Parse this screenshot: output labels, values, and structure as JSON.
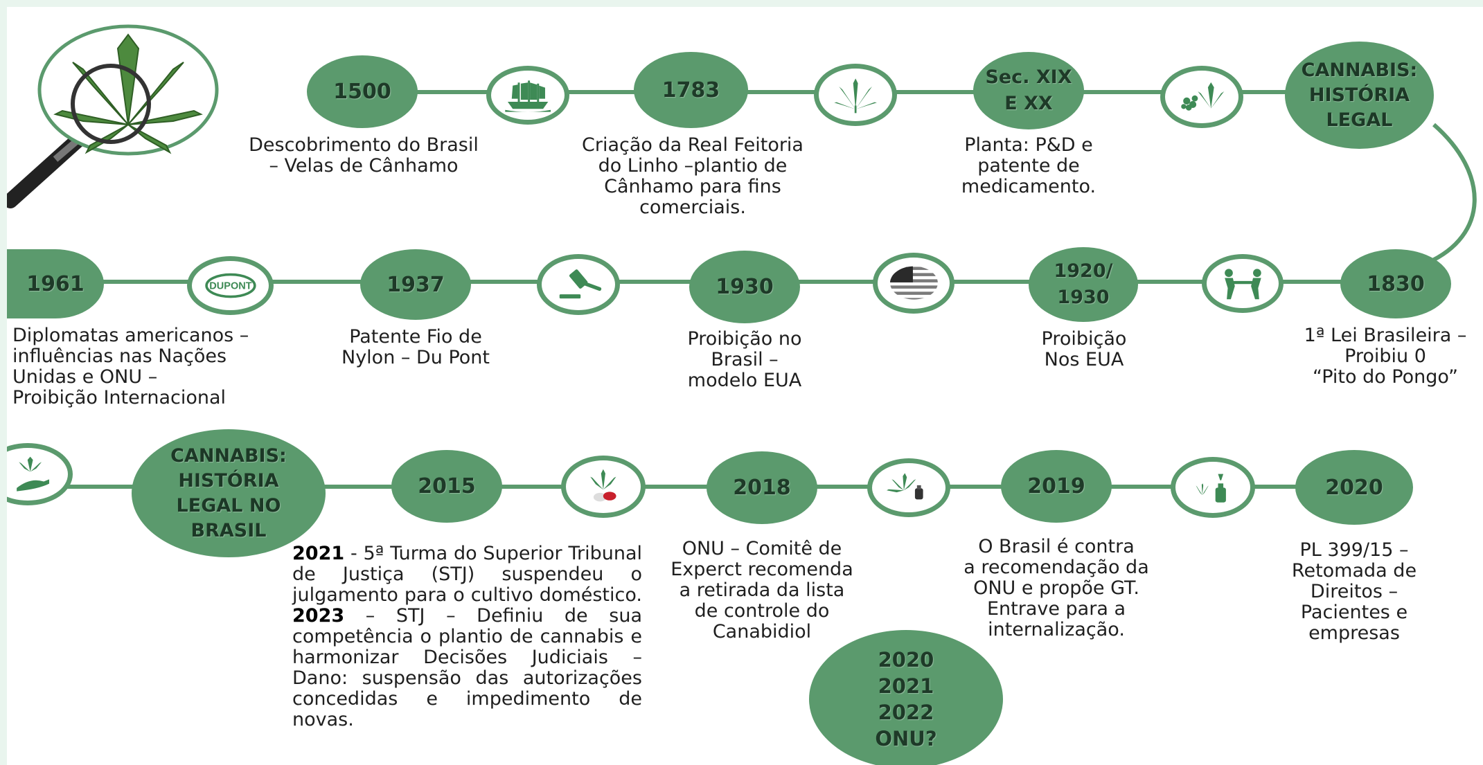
{
  "colors": {
    "accent": "#5b9a6d",
    "line": "#5b9a6d",
    "text": "#1f1f1f",
    "background": "#ffffff"
  },
  "row1": {
    "title": [
      "CANNABIS:",
      "HISTÓRIA",
      "LEGAL"
    ],
    "events": [
      {
        "year": "1500",
        "desc": [
          "Descobrimento do Brasil",
          "– Velas de Cânhamo"
        ],
        "icon": "ship-icon"
      },
      {
        "year": "1783",
        "desc": [
          "Criação da Real Feitoria",
          "do Linho –plantio de",
          "Cânhamo para fins",
          "comerciais."
        ],
        "icon": "cannabis-leaf-icon"
      },
      {
        "year_lines": [
          "Sec. XIX",
          "E XX"
        ],
        "desc": [
          "Planta: P&D e",
          "patente de",
          "medicamento."
        ],
        "icon": "cannabis-seeds-icon"
      }
    ]
  },
  "row2": {
    "events": [
      {
        "year": "1830",
        "desc": [
          "1ª Lei Brasileira –",
          "Proibiu 0",
          "“Pito do Pongo”"
        ],
        "icon": "handshake-icon"
      },
      {
        "year_lines": [
          "1920/",
          "1930"
        ],
        "desc": [
          "Proibição",
          "Nos EUA"
        ],
        "icon": "usa-flag-icon"
      },
      {
        "year": "1930",
        "desc": [
          "Proibição no",
          "Brasil –",
          "modelo EUA"
        ],
        "icon": "gavel-icon"
      },
      {
        "year": "1937",
        "desc": [
          "Patente Fio de",
          "Nylon – Du Pont"
        ],
        "icon": "dupont-logo-icon",
        "logo_text": "DUPONT"
      },
      {
        "year": "1961",
        "desc": [
          "Diplomatas americanos –",
          "influências nas Nações",
          "Unidas e ONU –",
          "Proibição Internacional"
        ]
      }
    ]
  },
  "row3": {
    "title": [
      "CANNABIS:",
      "HISTÓRIA",
      "LEGAL NO",
      "BRASIL"
    ],
    "events": [
      {
        "year": "2015",
        "icon": "cannabis-pills-icon",
        "desc_parts": [
          {
            "bold": "2021"
          },
          {
            "text": " - 5ª Turma do Superior Tribunal de Justiça (STJ) suspendeu o julgamento para o cultivo doméstico. "
          },
          {
            "bold": "2023"
          },
          {
            "text": " – STJ – Definiu de sua competência o plantio de cannabis e harmonizar Decisões Judiciais – Dano: suspensão das autorizações concedidas e impedimento de novas."
          }
        ]
      },
      {
        "year": "2018",
        "desc": [
          "ONU – Comitê de",
          "Experct recomenda",
          "a retirada da lista",
          "de controle do",
          "Canabidiol"
        ],
        "icon": "cannabis-oil-icon"
      },
      {
        "year": "2019",
        "desc": [
          "O Brasil é contra",
          "a recomendação da",
          "ONU e propõe GT.",
          "Entrave para a",
          "internalização."
        ],
        "icon": "oil-dropper-icon"
      },
      {
        "year": "2020",
        "desc": [
          "PL 399/15 –",
          "Retomada de",
          "Direitos –",
          "Pacientes e",
          "empresas"
        ]
      }
    ],
    "extra_bubble": [
      "2020",
      "2021",
      "2022",
      "ONU?"
    ]
  }
}
